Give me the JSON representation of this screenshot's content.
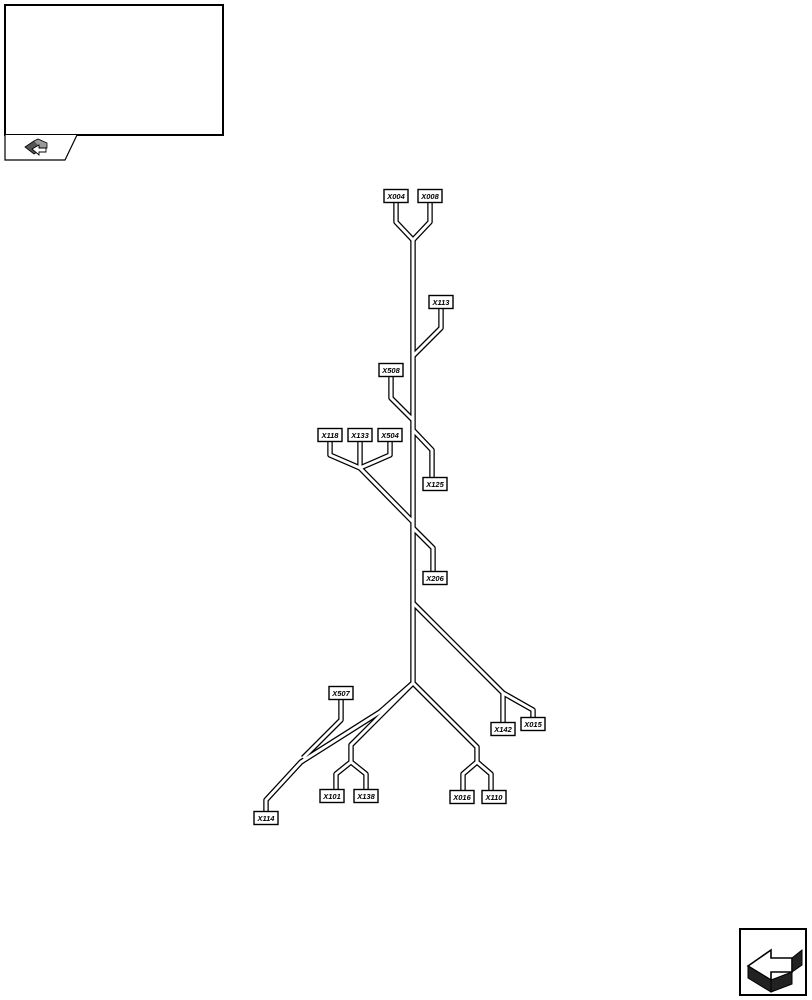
{
  "diagram": {
    "connectors": [
      {
        "id": "x004",
        "label": "X004"
      },
      {
        "id": "x008",
        "label": "X008"
      },
      {
        "id": "x113",
        "label": "X113"
      },
      {
        "id": "x508",
        "label": "X508"
      },
      {
        "id": "x118",
        "label": "X118"
      },
      {
        "id": "x133",
        "label": "X133"
      },
      {
        "id": "x504",
        "label": "X504"
      },
      {
        "id": "x125",
        "label": "X125"
      },
      {
        "id": "x206",
        "label": "X206"
      },
      {
        "id": "x507",
        "label": "X507"
      },
      {
        "id": "x142",
        "label": "X142"
      },
      {
        "id": "x015",
        "label": "X015"
      },
      {
        "id": "x101",
        "label": "X101"
      },
      {
        "id": "x138",
        "label": "X138"
      },
      {
        "id": "x016",
        "label": "X016"
      },
      {
        "id": "x110",
        "label": "X110"
      },
      {
        "id": "x114",
        "label": "X114"
      }
    ]
  },
  "icons": {
    "top_left": "book-arrow-icon",
    "bottom_right": "next-page-arrow-icon"
  }
}
